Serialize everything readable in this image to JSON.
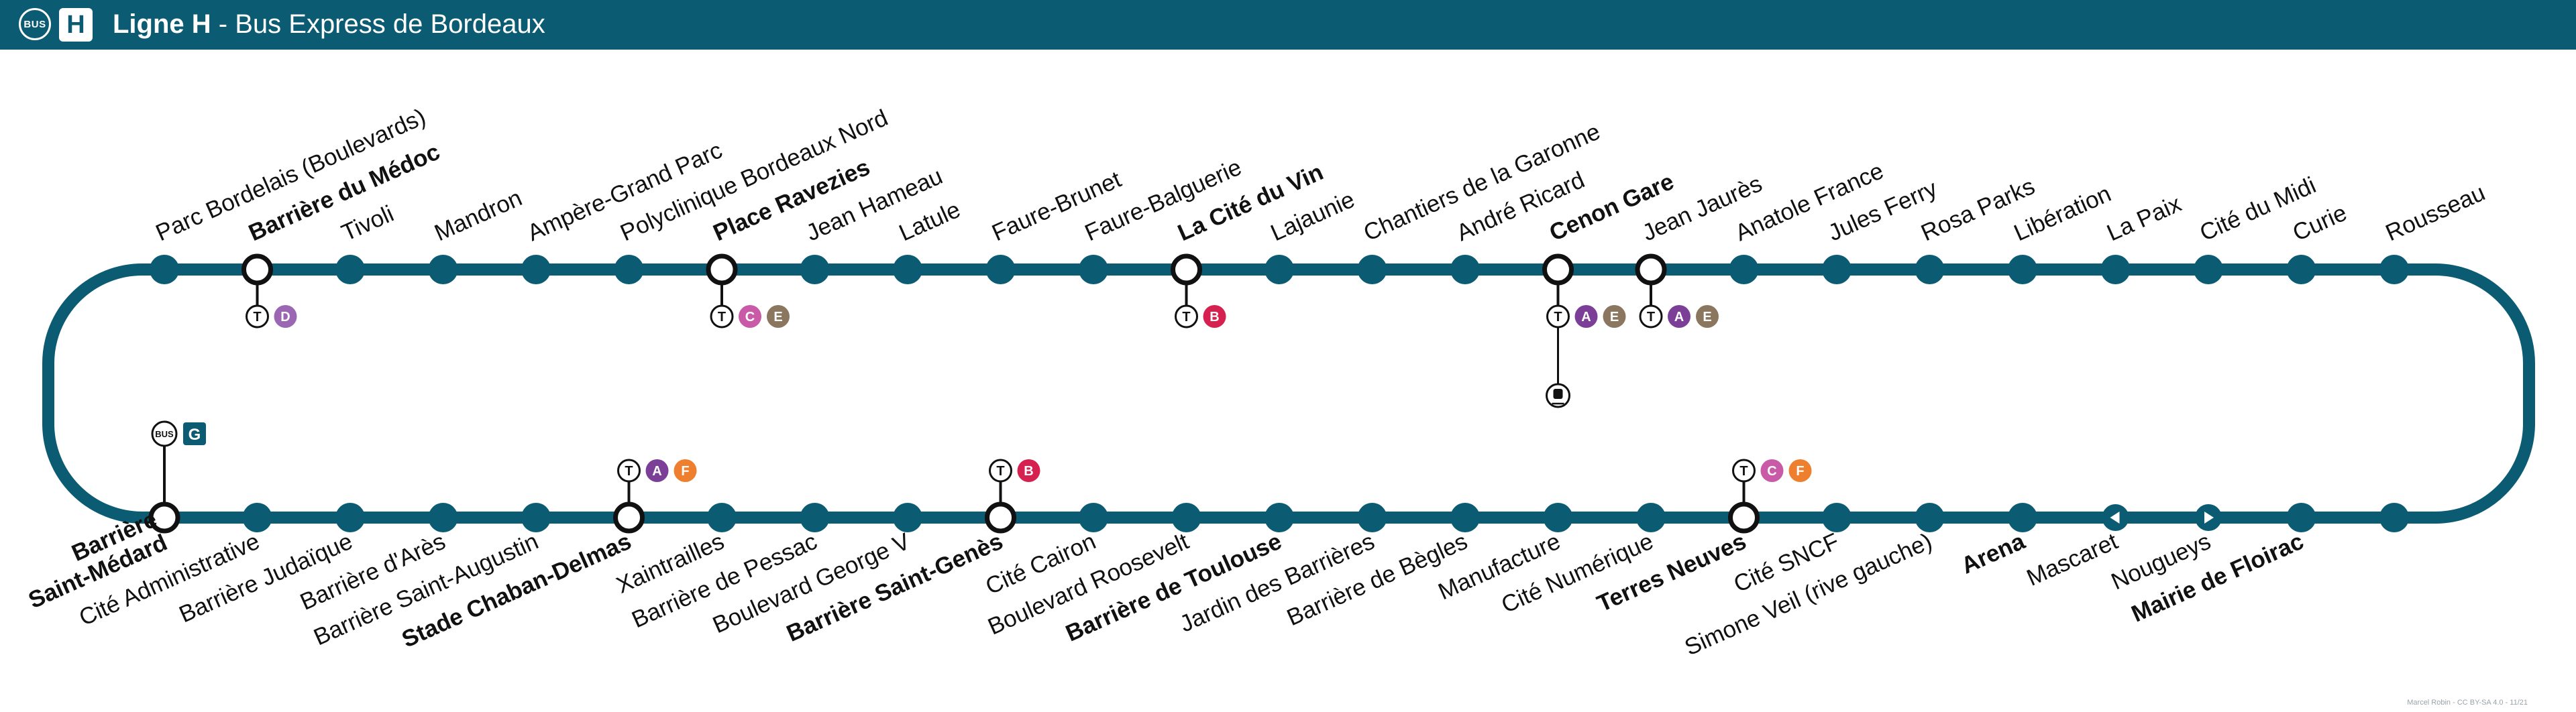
{
  "header": {
    "bus_label": "BUS",
    "line_code": "H",
    "title_strong": "Ligne H",
    "title_rest": " - Bus Express de Bordeaux"
  },
  "colors": {
    "header_bg": "#0b5b73",
    "route": "#0b5b73",
    "tram_A": "#7b3f98",
    "tram_B": "#d6204f",
    "tram_C": "#c85aa8",
    "tram_D": "#9b67b2",
    "tram_E": "#8b7760",
    "tram_F": "#ee7f2f",
    "bus_G": "#0b5b73"
  },
  "top_stops": [
    {
      "name": "Parc Bordelais (Boulevards)",
      "bold": false
    },
    {
      "name": "Barrière du Médoc",
      "bold": true,
      "major": true,
      "connections": [
        "T",
        "D"
      ]
    },
    {
      "name": "Tivoli",
      "bold": false
    },
    {
      "name": "Mandron",
      "bold": false
    },
    {
      "name": "Ampère-Grand Parc",
      "bold": false
    },
    {
      "name": "Polyclinique Bordeaux Nord",
      "bold": false
    },
    {
      "name": "Place Ravezies",
      "bold": true,
      "major": true,
      "connections": [
        "T",
        "C",
        "E"
      ]
    },
    {
      "name": "Jean Hameau",
      "bold": false
    },
    {
      "name": "Latule",
      "bold": false
    },
    {
      "name": "Faure-Brunet",
      "bold": false
    },
    {
      "name": "Faure-Balguerie",
      "bold": false
    },
    {
      "name": "La Cité du Vin",
      "bold": true,
      "major": true,
      "connections": [
        "T",
        "B"
      ]
    },
    {
      "name": "Lajaunie",
      "bold": false
    },
    {
      "name": "Chantiers de la Garonne",
      "bold": false
    },
    {
      "name": "André Ricard",
      "bold": false
    },
    {
      "name": "Cenon Gare",
      "bold": true,
      "major": true,
      "connections": [
        "T",
        "A",
        "E"
      ],
      "train": true
    },
    {
      "name": "Jean Jaurès",
      "bold": false,
      "major": true,
      "connections": [
        "T",
        "A",
        "E"
      ]
    },
    {
      "name": "Anatole France",
      "bold": false
    },
    {
      "name": "Jules Ferry",
      "bold": false
    },
    {
      "name": "Rosa Parks",
      "bold": false
    },
    {
      "name": "Libération",
      "bold": false
    },
    {
      "name": "La Paix",
      "bold": false
    },
    {
      "name": "Cité du Midi",
      "bold": false
    },
    {
      "name": "Curie",
      "bold": false
    },
    {
      "name": "Rousseau",
      "bold": false
    }
  ],
  "bottom_stops": [
    {
      "name": "Barrière Saint-Médard",
      "lines": [
        "Barrière",
        "Saint-Médard"
      ],
      "bold": true,
      "major": true,
      "bus": true,
      "bus_label": "BUS",
      "bus_line": "G"
    },
    {
      "name": "Cité Administrative",
      "bold": false
    },
    {
      "name": "Barrière Judaïque",
      "bold": false
    },
    {
      "name": "Barrière d'Arès",
      "bold": false
    },
    {
      "name": "Barrière Saint-Augustin",
      "bold": false
    },
    {
      "name": "Stade Chaban-Delmas",
      "bold": true,
      "major": true,
      "connections": [
        "T",
        "A",
        "F"
      ]
    },
    {
      "name": "Xaintrailles",
      "bold": false
    },
    {
      "name": "Barrière de Pessac",
      "bold": false
    },
    {
      "name": "Boulevard George V",
      "bold": false
    },
    {
      "name": "Barrière Saint-Genès",
      "bold": true,
      "major": true,
      "connections": [
        "T",
        "B"
      ]
    },
    {
      "name": "Cité Cairon",
      "bold": false
    },
    {
      "name": "Boulevard Roosevelt",
      "bold": false
    },
    {
      "name": "Barrière de Toulouse",
      "bold": true
    },
    {
      "name": "Jardin des Barrières",
      "bold": false
    },
    {
      "name": "Barrière de Bègles",
      "bold": false
    },
    {
      "name": "Manufacture",
      "bold": false
    },
    {
      "name": "Cité Numérique",
      "bold": false
    },
    {
      "name": "Terres Neuves",
      "bold": true,
      "major": true,
      "connections": [
        "T",
        "C",
        "F"
      ]
    },
    {
      "name": "Cité SNCF",
      "bold": false
    },
    {
      "name": "Simone Veil (rive gauche)",
      "bold": false
    },
    {
      "name": "Arena",
      "bold": true
    },
    {
      "name": "Mascaret",
      "bold": false,
      "arrow": "left"
    },
    {
      "name": "Nougueys",
      "bold": false,
      "arrow": "right"
    },
    {
      "name": "Mairie de Floirac",
      "bold": true
    },
    {
      "name": "",
      "bold": false
    }
  ],
  "credit": "Marcel Robin - CC BY-SA 4.0 - 11/21"
}
